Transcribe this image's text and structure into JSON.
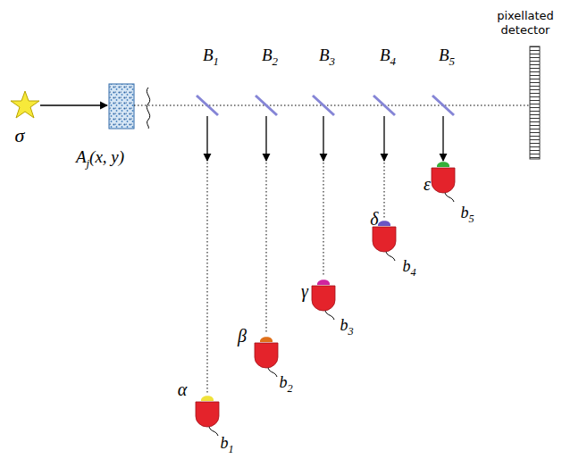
{
  "diagram": {
    "labels": [
      "σ",
      "Aj(x, y)",
      "B1",
      "B2",
      "B3",
      "B4",
      "B5",
      "α",
      "β",
      "γ",
      "δ",
      "ε",
      "b1",
      "b2",
      "b3",
      "b4",
      "b5",
      "pixellated detector"
    ]
  }
}
